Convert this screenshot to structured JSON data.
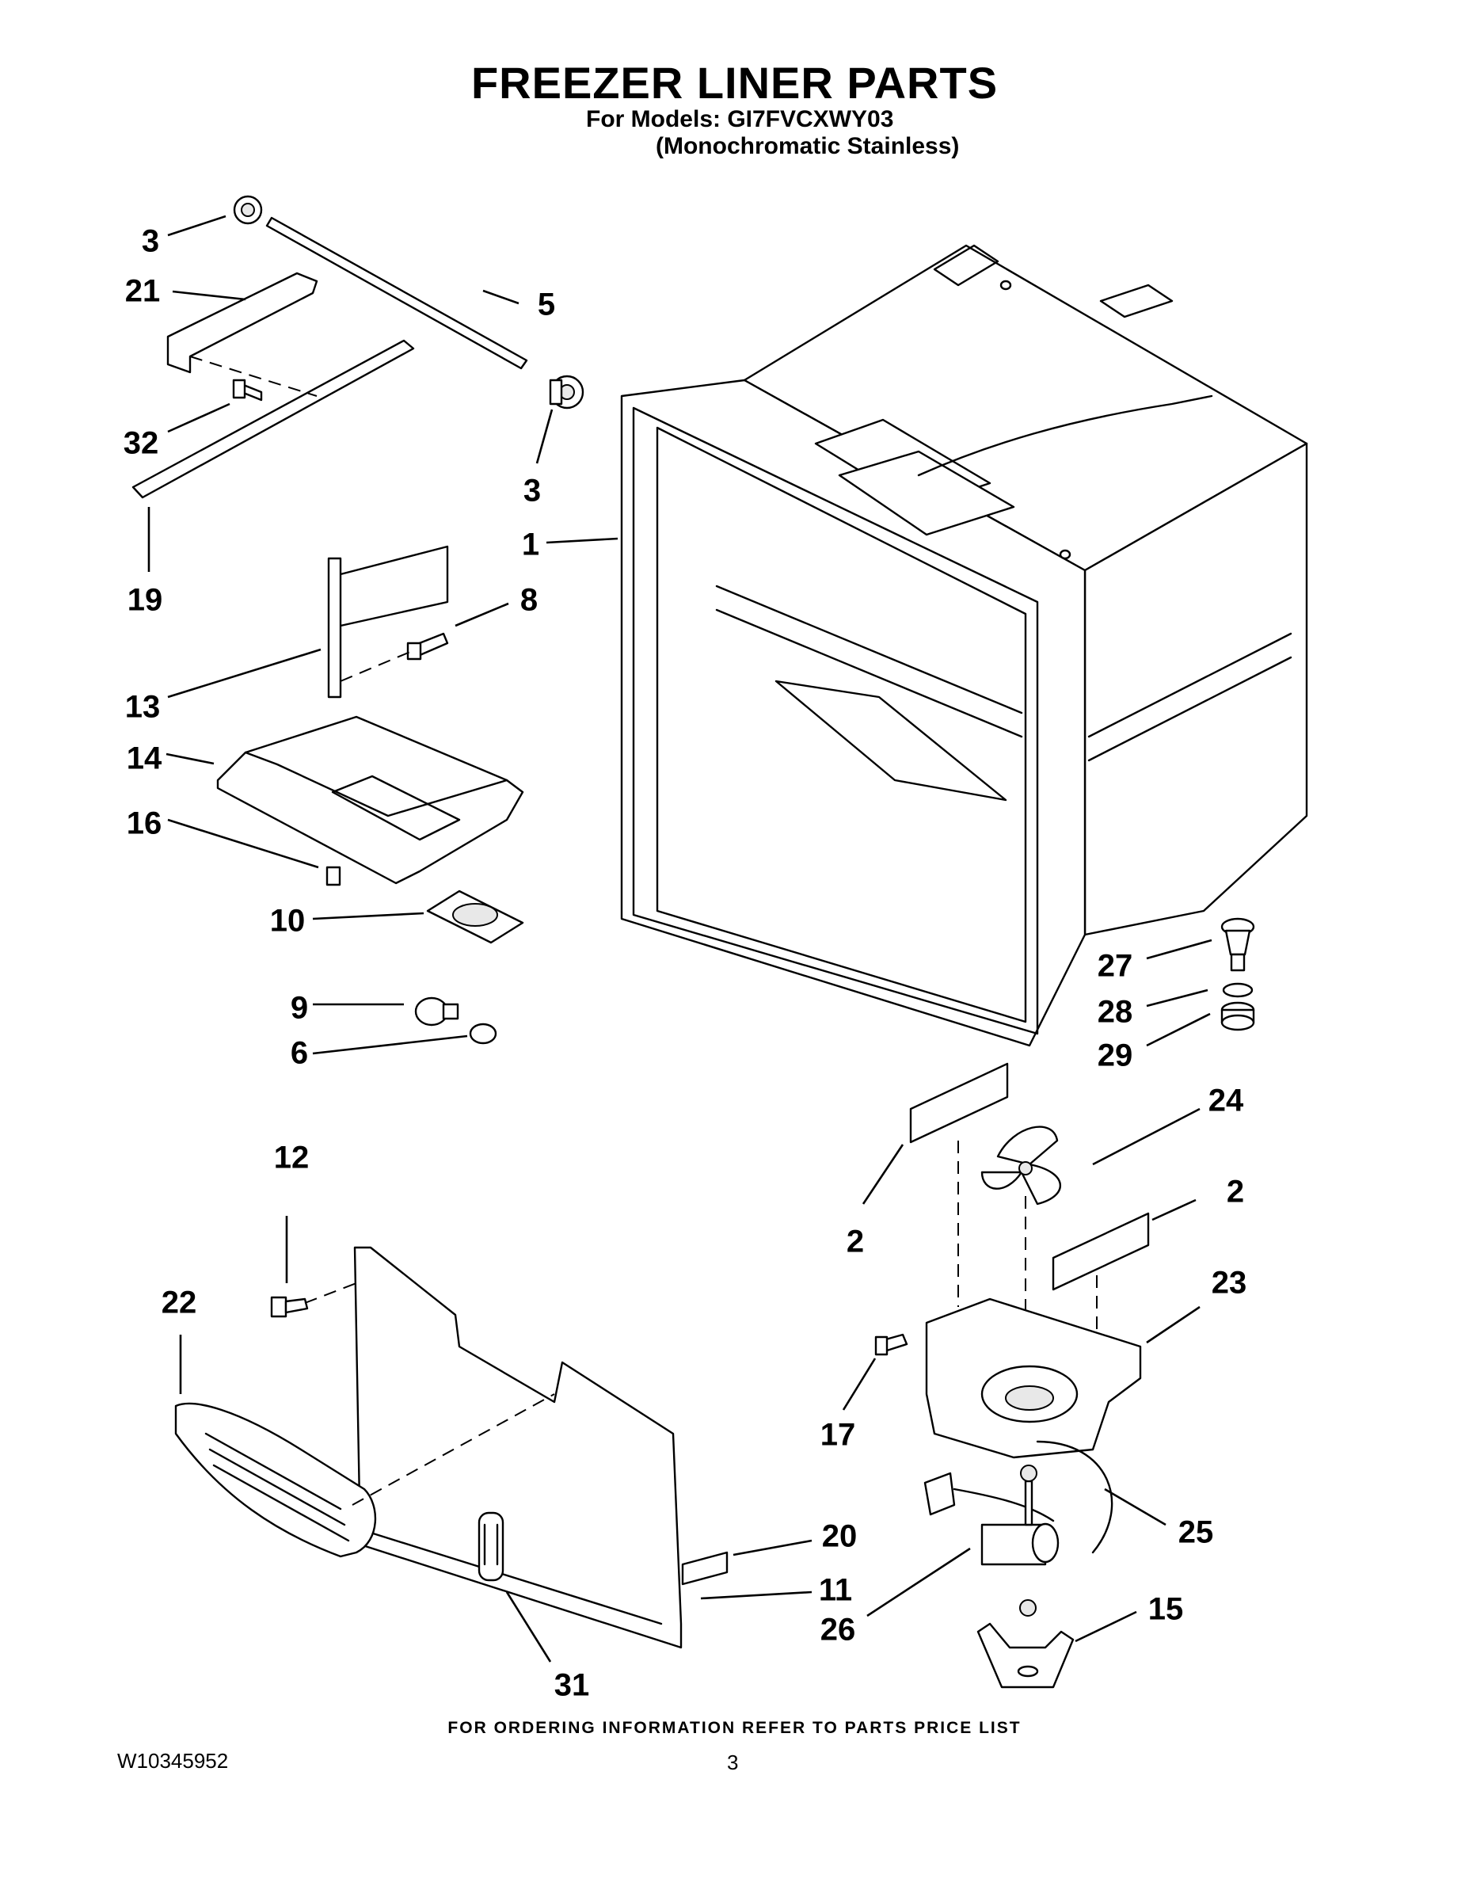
{
  "header": {
    "title": "FREEZER LINER PARTS",
    "models_line1": "For Models: GI7FVCXWY03",
    "models_line2": "(Monochromatic Stainless)"
  },
  "callouts": {
    "c3a": "3",
    "c21": "21",
    "c5": "5",
    "c32": "32",
    "c3b": "3",
    "c19": "19",
    "c1": "1",
    "c8": "8",
    "c13": "13",
    "c14": "14",
    "c16": "16",
    "c10": "10",
    "c9": "9",
    "c6": "6",
    "c27": "27",
    "c28": "28",
    "c29": "29",
    "c24": "24",
    "c2a": "2",
    "c2b": "2",
    "c12": "12",
    "c22": "22",
    "c23": "23",
    "c17": "17",
    "c20": "20",
    "c25": "25",
    "c11": "11",
    "c26": "26",
    "c15": "15",
    "c31": "31"
  },
  "footer": {
    "ordering_note": "FOR ORDERING INFORMATION REFER TO PARTS PRICE LIST",
    "document_number": "W10345952",
    "page_number": "3"
  }
}
